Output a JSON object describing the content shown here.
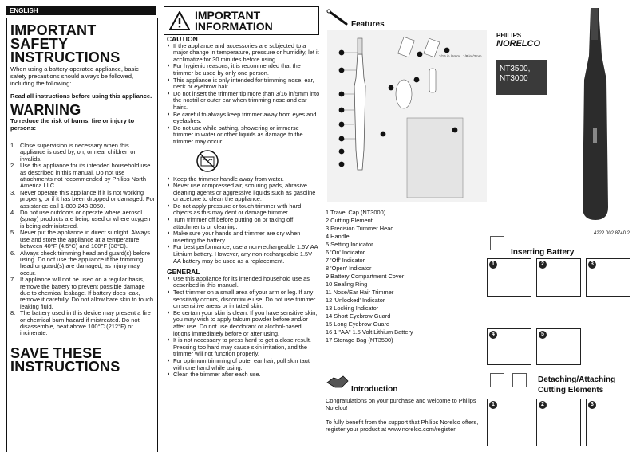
{
  "lang": "ENGLISH",
  "safety": {
    "title1": "IMPORTANT",
    "title2": "SAFETY",
    "title3": "INSTRUCTIONS",
    "intro": "When using a battery-operated appliance, basic safety precautions should always be followed, including the following:",
    "read": "Read all instructions before using this appliance.",
    "warning": "WARNING",
    "warning_sub": "To reduce the risk of burns, fire or injury to persons:",
    "items": [
      {
        "n": "1.",
        "t": "Close supervision is necessary when this appliance is used by, on, or near children or invalids."
      },
      {
        "n": "2.",
        "t": "Use this appliance for its intended household use as described in this manual. Do not use attachments not recommended by Philips North America LLC."
      },
      {
        "n": "3.",
        "t": "Never operate this appliance if it is not working properly, or if it has been dropped or damaged. For assistance call 1-800-243-3050."
      },
      {
        "n": "4.",
        "t": "Do not use outdoors or operate where aerosol (spray) products are being used or where oxygen is being administered."
      },
      {
        "n": "5.",
        "t": "Never put the appliance in direct sunlight. Always use and store the appliance at a temperature between 40°F (4,5°C) and 100°F (38°C)."
      },
      {
        "n": "6.",
        "t": "Always check trimming head and guard(s) before using. Do not use the appliance if the trimming head or guard(s) are damaged, as injury may occur."
      },
      {
        "n": "7.",
        "t": "If appliance will not be used on a regular basis, remove the battery to prevent possible damage due to chemical leakage. If battery does leak, remove it carefully. Do not allow bare skin to touch leaking fluid."
      },
      {
        "n": "8.",
        "t": "The battery used in this device may present a fire or chemical burn hazard if mistreated. Do not disassemble, heat above 100°C (212°F) or incinerate."
      }
    ],
    "save1": "SAVE THESE",
    "save2": "INSTRUCTIONS"
  },
  "important": {
    "title1": "IMPORTANT",
    "title2": "INFORMATION",
    "caution": "CAUTION",
    "caution_items": [
      "If the appliance and accessories are subjected to a major change in temperature, pressure or humidity, let it acclimatize for 30 minutes before using.",
      "For hygienic reasons, it is recommended that the trimmer be used by only one person.",
      "This appliance is only intended for trimming nose, ear, neck or eyebrow hair.",
      "Do not insert the trimmer tip more than 3/16 in/5mm into the nostril or outer ear when trimming nose and ear hairs.",
      "Be careful to always keep trimmer away from eyes and eyelashes.",
      "Do not use while bathing, showering or immerse trimmer in water or other liquids as damage to the trimmer may occur."
    ],
    "caution_items2": [
      "Keep the trimmer handle away from water.",
      "Never use compressed air, scouring pads, abrasive cleaning agents or aggressive liquids such as gasoline or acetone to clean the appliance.",
      "Do not apply pressure or touch trimmer with hard objects as this may dent or damage trimmer.",
      "Turn trimmer off before putting on or taking off attachments or cleaning.",
      "Make sure your hands and trimmer are dry when inserting the battery.",
      "For best performance, use a non-rechargeable 1.5V AA Lithium battery. However, any non-rechargeable 1.5V AA battery may be used as a replacement."
    ],
    "general": "GENERAL",
    "general_items": [
      "Use this appliance for its intended household use as described in this manual.",
      "Test trimmer on a small area of your arm or leg. If any sensitivity occurs, discontinue use. Do not use trimmer on sensitive areas or irritated skin.",
      "Be certain your skin is clean. If you have sensitive skin, you may wish to apply talcum powder before and/or after use. Do not use deodorant or alcohol-based lotions immediately before or after using.",
      "It is not necessary to press hard to get a close result. Pressing too hard may cause skin irritation, and the trimmer will not function properly.",
      "For optimum trimming of outer ear hair, pull skin taut with one hand while using.",
      "Clean the trimmer after each use."
    ]
  },
  "features": {
    "title": "Features",
    "measure": "3/16 in./5mm",
    "measure2": "1/8 in./3mm",
    "parts": [
      "1  Travel Cap (NT3000)",
      "2  Cutting Element",
      "3  Precision Trimmer Head",
      "4    Handle",
      "5  Setting Indicator",
      "6  'On' Indicator",
      "7  'Off' Indicator",
      "8  'Open' Indicator",
      "9  Battery Compartment Cover",
      "10  Sealing Ring",
      "11  Nose/Ear Hair Trimmer",
      "12  'Unlocked' Indicator",
      "13  Locking Indicator",
      "14  Short Eyebrow Guard",
      "15    Long Eyebrow Guard",
      "16  1 \"AA\" 1.5 Volt Lithium Battery",
      "17  Storage Bag (NT3500)"
    ]
  },
  "intro": {
    "title": "Introduction",
    "p1": "Congratulations on your purchase and welcome to Philips Norelco!",
    "p2": "To fully benefit from the support that Philips Norelco offers, register your product at www.norelco.com/register"
  },
  "brand": {
    "philips": "PHILIPS",
    "norelco": "NORELCO",
    "model1": "NT3500,",
    "model2": "NT3000",
    "code": "4222.002.8740.2"
  },
  "battery": {
    "title": "Inserting Battery",
    "steps": [
      "1",
      "2",
      "3",
      "4",
      "5"
    ]
  },
  "detach": {
    "title1": "Detaching/Attaching",
    "title2": "Cutting Elements",
    "steps": [
      "1",
      "2",
      "3"
    ]
  },
  "colors": {
    "text": "#111111",
    "model_bg": "#3a3a3a"
  }
}
